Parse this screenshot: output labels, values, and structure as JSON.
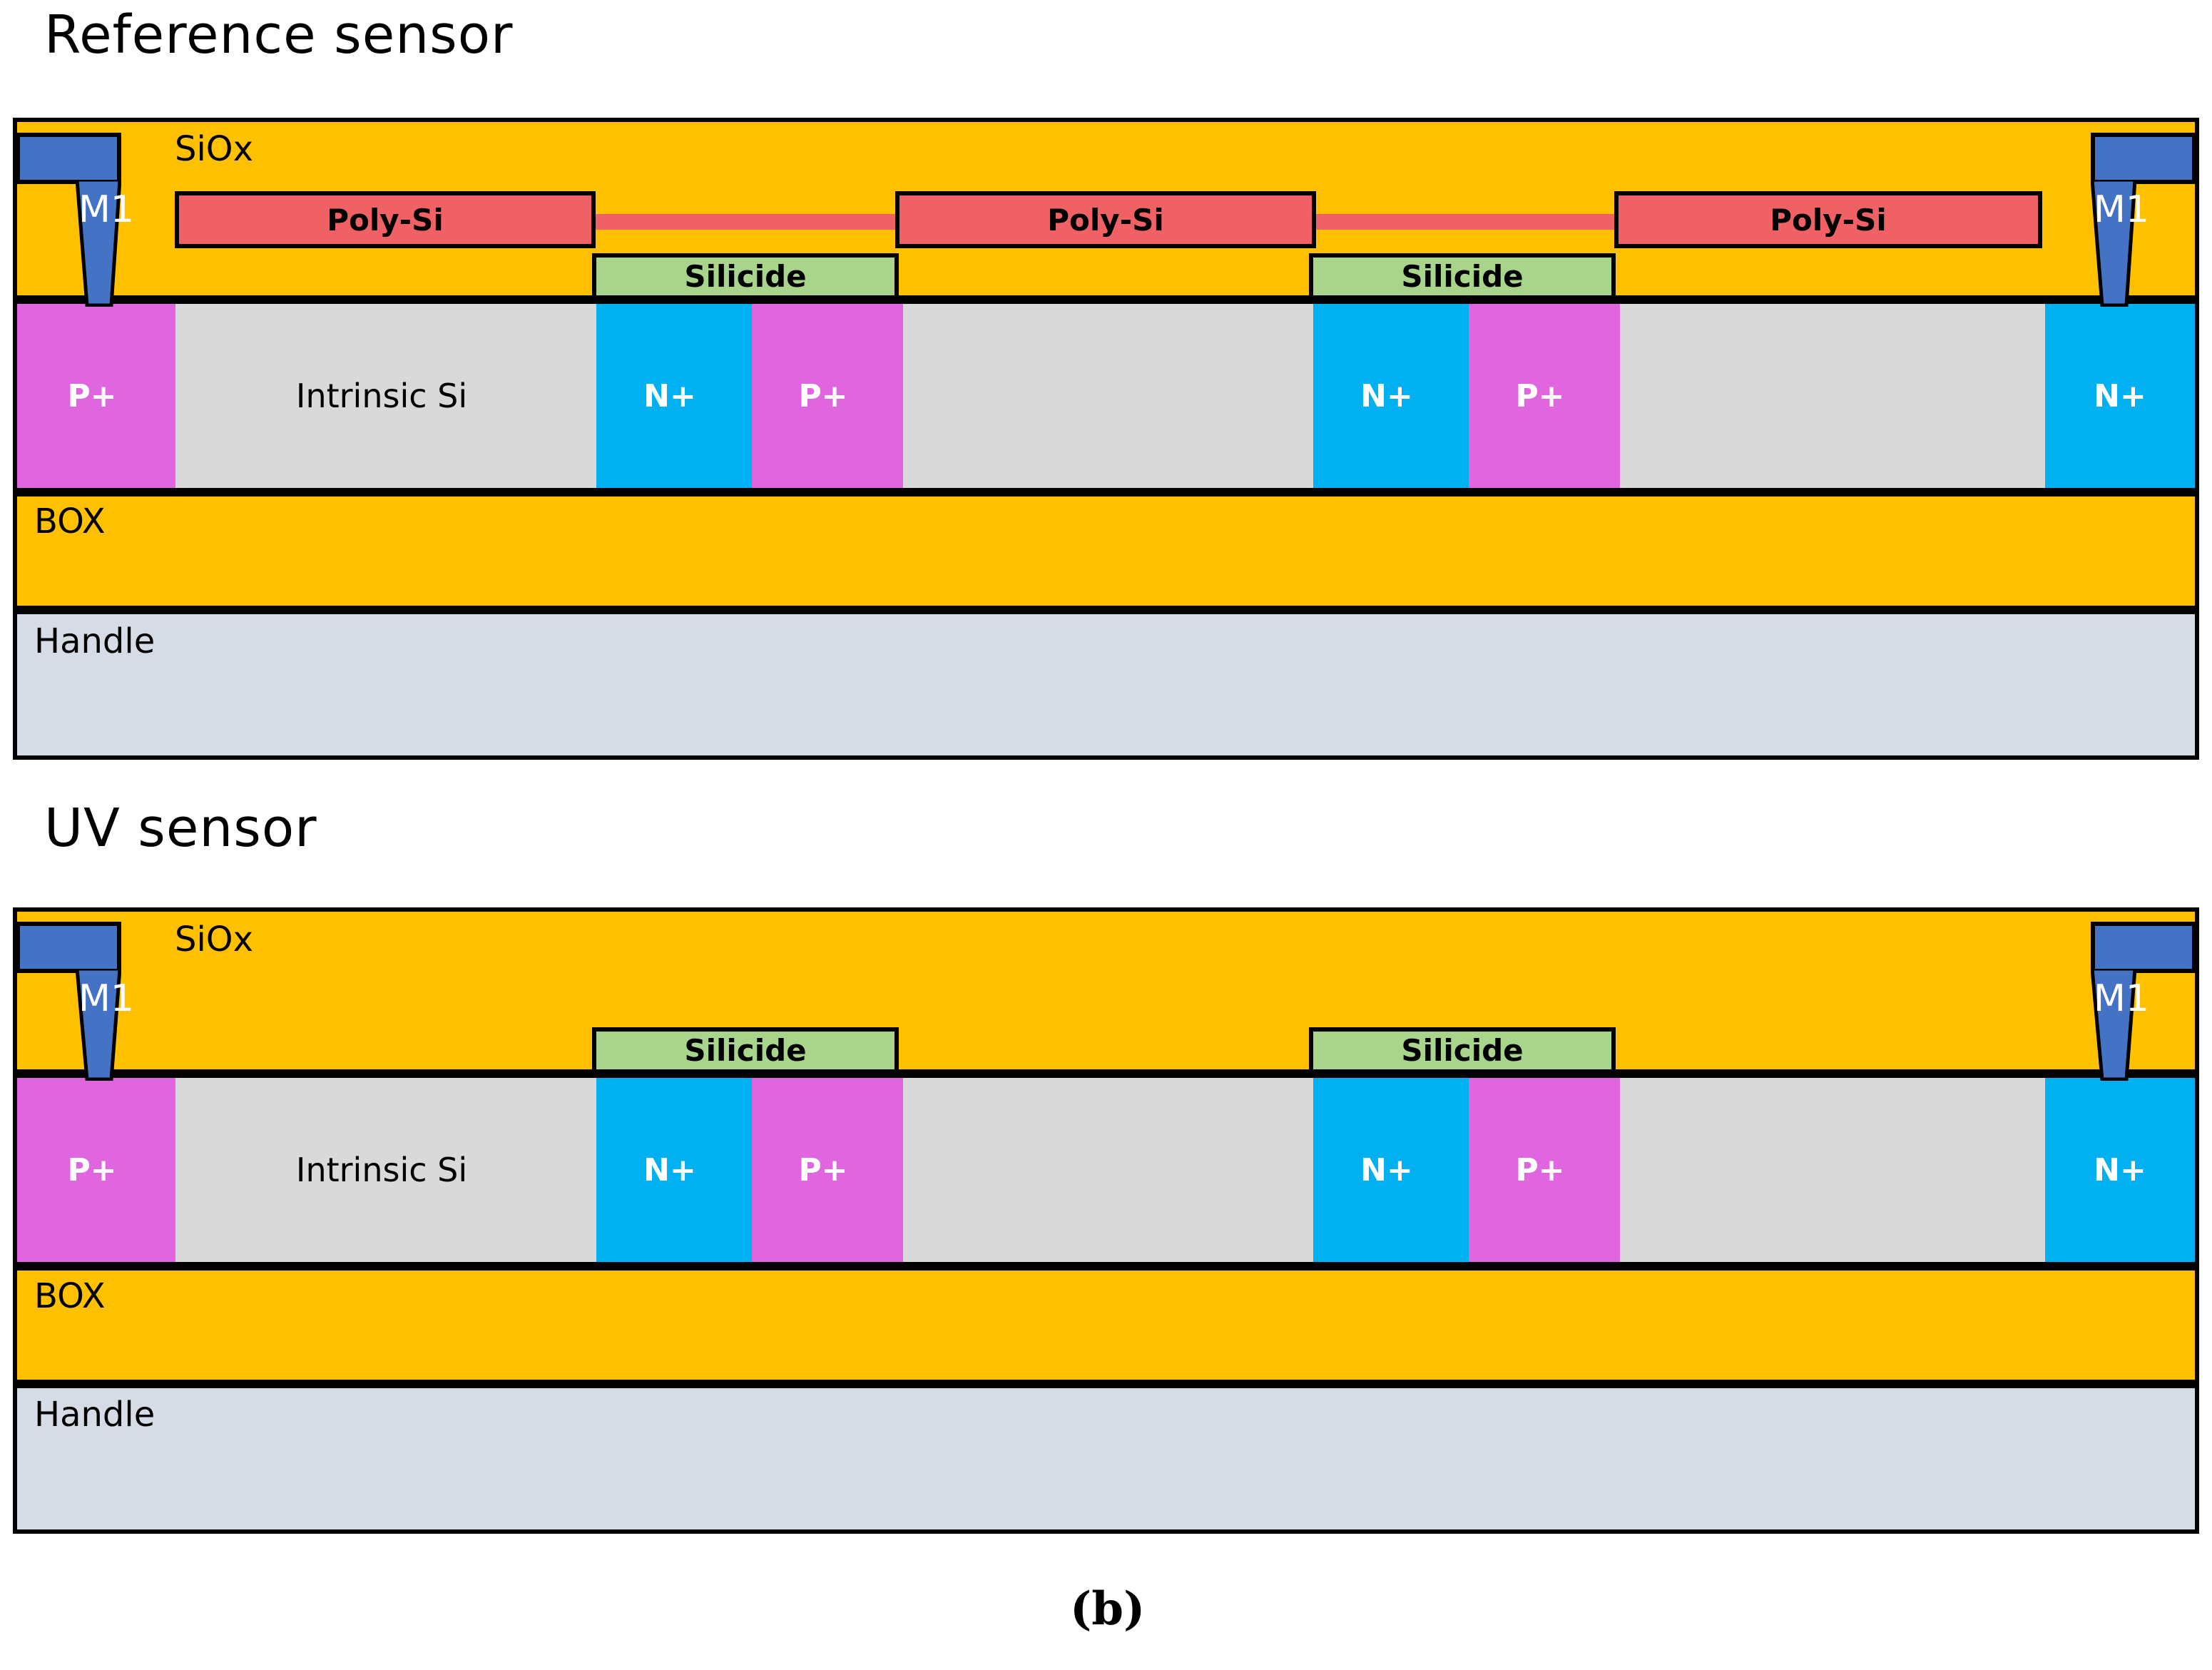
{
  "figure": {
    "caption": "(b)",
    "colors": {
      "oxide": "#ffc000",
      "poly_si": "#f06166",
      "silicide": "#a8d48b",
      "p_plus": "#e066e0",
      "n_plus": "#00b0f0",
      "intrinsic_si": "#d9d9d9",
      "handle": "#d6dce5",
      "metal1": "#4472c4",
      "outline": "#000000"
    }
  },
  "sensors": [
    {
      "id": "reference-sensor",
      "title": "Reference sensor",
      "has_poly_gate": true,
      "oxide_label": "SiOx",
      "contacts": [
        {
          "label": "M1",
          "side": "left"
        },
        {
          "label": "M1",
          "side": "right"
        }
      ],
      "poly_blocks": [
        {
          "label": "Poly-Si"
        },
        {
          "label": "Poly-Si"
        },
        {
          "label": "Poly-Si"
        }
      ],
      "silicide_blocks": [
        {
          "label": "Silicide"
        },
        {
          "label": "Silicide"
        }
      ],
      "silicon_regions": [
        {
          "label": "P+",
          "type": "p_plus"
        },
        {
          "label": "Intrinsic Si",
          "type": "intrinsic_si"
        },
        {
          "label": "N+",
          "type": "n_plus"
        },
        {
          "label": "P+",
          "type": "p_plus"
        },
        {
          "label": "",
          "type": "intrinsic_si"
        },
        {
          "label": "N+",
          "type": "n_plus"
        },
        {
          "label": "P+",
          "type": "p_plus"
        },
        {
          "label": "",
          "type": "intrinsic_si"
        },
        {
          "label": "N+",
          "type": "n_plus"
        }
      ],
      "substrate_layers": [
        {
          "label": "BOX"
        },
        {
          "label": "Handle"
        }
      ]
    },
    {
      "id": "uv-sensor",
      "title": "UV sensor",
      "has_poly_gate": false,
      "oxide_label": "SiOx",
      "contacts": [
        {
          "label": "M1",
          "side": "left"
        },
        {
          "label": "M1",
          "side": "right"
        }
      ],
      "poly_blocks": [],
      "silicide_blocks": [
        {
          "label": "Silicide"
        },
        {
          "label": "Silicide"
        }
      ],
      "silicon_regions": [
        {
          "label": "P+",
          "type": "p_plus"
        },
        {
          "label": "Intrinsic Si",
          "type": "intrinsic_si"
        },
        {
          "label": "N+",
          "type": "n_plus"
        },
        {
          "label": "P+",
          "type": "p_plus"
        },
        {
          "label": "",
          "type": "intrinsic_si"
        },
        {
          "label": "N+",
          "type": "n_plus"
        },
        {
          "label": "P+",
          "type": "p_plus"
        },
        {
          "label": "",
          "type": "intrinsic_si"
        },
        {
          "label": "N+",
          "type": "n_plus"
        }
      ],
      "substrate_layers": [
        {
          "label": "BOX"
        },
        {
          "label": "Handle"
        }
      ]
    }
  ]
}
